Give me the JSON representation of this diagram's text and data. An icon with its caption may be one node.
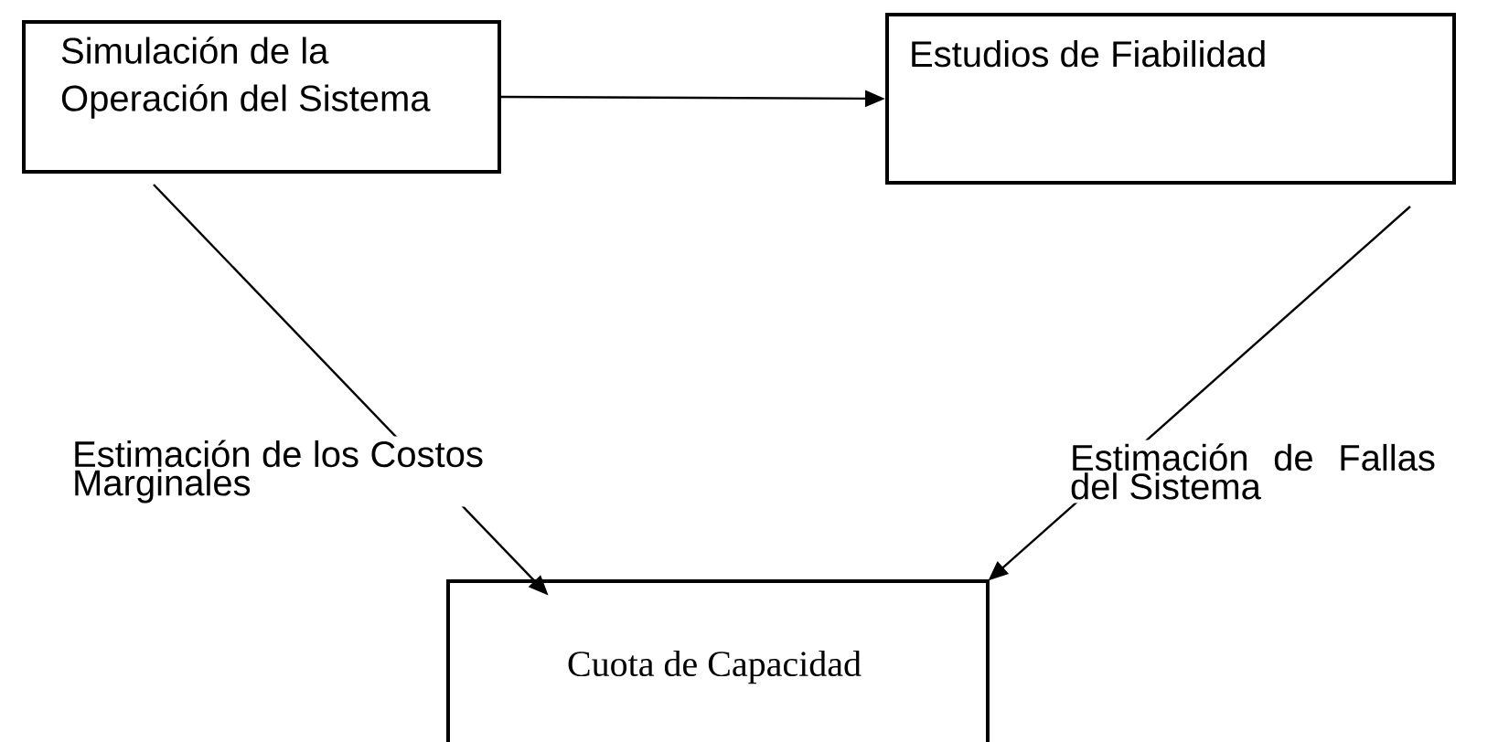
{
  "diagram": {
    "nodes": [
      {
        "text": [
          "Simulación de la Operación del Sistema"
        ]
      },
      {
        "text": [
          "Estudios de Fiabilidad"
        ]
      },
      {
        "text": [
          "Cuota de Capacidad"
        ]
      }
    ],
    "edges": [
      {
        "from": 0,
        "to": 1,
        "arrow": "to"
      },
      {
        "from": 0,
        "to": 2,
        "arrow": "to",
        "label": "Estimación de los Costos Marginales"
      },
      {
        "from": 1,
        "to": 2,
        "arrow": "to",
        "label": "Estimación de Fallas del Sistema"
      }
    ]
  }
}
